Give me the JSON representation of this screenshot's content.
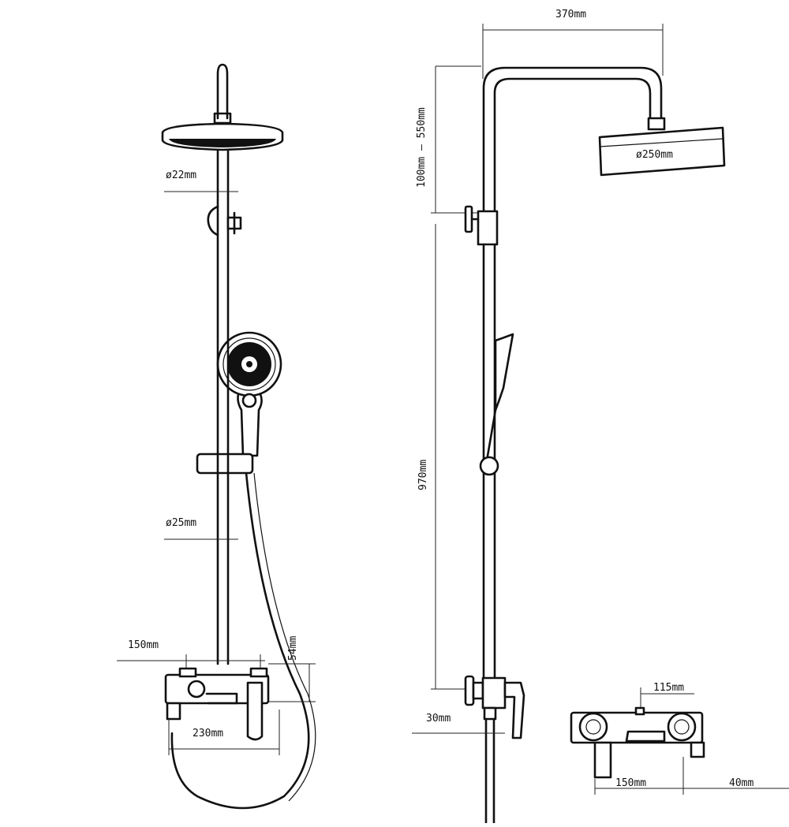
{
  "drawing": {
    "front_view": {
      "dim_pipe_top": "ø22mm",
      "dim_pipe_bottom": "ø25mm",
      "dim_mixer_width": "150mm",
      "dim_mixer_height": "54mm",
      "dim_spout": "230mm"
    },
    "side_view": {
      "dim_arm_length": "370mm",
      "dim_head": "ø250mm",
      "dim_adjust": "100mm — 550mm",
      "dim_rail": "970mm",
      "dim_wall": "30mm"
    },
    "top_view": {
      "dim_inlet_spacing": "115mm",
      "dim_body": "150mm",
      "dim_outlet": "40mm"
    }
  }
}
